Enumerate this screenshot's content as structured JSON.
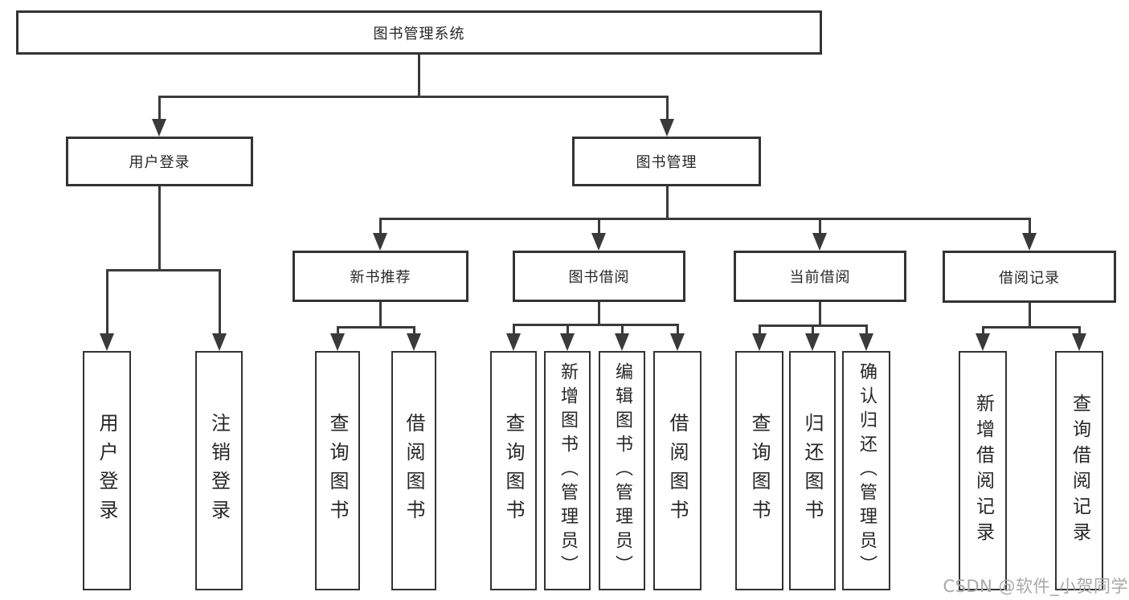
{
  "tree": {
    "label": "图书管理系统",
    "children": [
      {
        "label": "用户登录",
        "children": [
          {
            "label": "用户登录"
          },
          {
            "label": "注销登录"
          }
        ]
      },
      {
        "label": "图书管理",
        "children": [
          {
            "label": "新书推荐",
            "children": [
              {
                "label": "查询图书"
              },
              {
                "label": "借阅图书"
              }
            ]
          },
          {
            "label": "图书借阅",
            "children": [
              {
                "label": "查询图书"
              },
              {
                "label": "新增图书（管理员）"
              },
              {
                "label": "编辑图书（管理员）"
              },
              {
                "label": "借阅图书"
              }
            ]
          },
          {
            "label": "当前借阅",
            "children": [
              {
                "label": "查询图书"
              },
              {
                "label": "归还图书"
              },
              {
                "label": "确认归还（管理员）"
              }
            ]
          },
          {
            "label": "借阅记录",
            "children": [
              {
                "label": "新增借阅记录"
              },
              {
                "label": "查询借阅记录"
              }
            ]
          }
        ]
      }
    ]
  },
  "watermark": {
    "text": "CSDN @软件_小贺同学",
    "color": "#a8a8a8"
  },
  "colors": {
    "line": "#3a3a3a",
    "box_border": "#333333",
    "text": "#262626",
    "background": "#ffffff"
  }
}
